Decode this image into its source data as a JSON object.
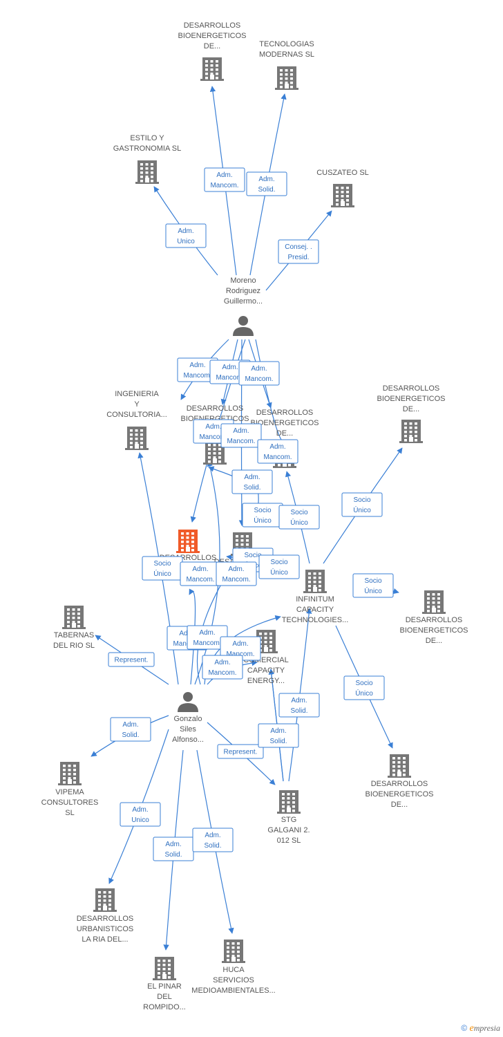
{
  "colors": {
    "edge": "#3a7fd5",
    "building": "#777777",
    "highlight": "#f05a28",
    "person": "#666666"
  },
  "nodes": [
    {
      "id": "db1",
      "type": "building",
      "label": [
        "DESARROLLOS",
        "BIOENERGETICOS",
        "DE..."
      ]
    },
    {
      "id": "tm",
      "type": "building",
      "label": [
        "TECNOLOGIAS",
        "MODERNAS  SL"
      ]
    },
    {
      "id": "eg",
      "type": "building",
      "label": [
        "ESTILO Y",
        "GASTRONOMIA SL"
      ]
    },
    {
      "id": "cz",
      "type": "building",
      "label": [
        "CUSZATEO  SL"
      ]
    },
    {
      "id": "mrg",
      "type": "person",
      "label": [
        "Moreno",
        "Rodriguez",
        "Guillermo..."
      ]
    },
    {
      "id": "ing",
      "type": "building",
      "label": [
        "INGENIERIA",
        "Y",
        "CONSULTORIA..."
      ]
    },
    {
      "id": "db2",
      "type": "building",
      "label": [
        "DESARROLLOS",
        "BIOENERGETICOS",
        "DE..."
      ]
    },
    {
      "id": "db3",
      "type": "building",
      "label": [
        "DESARROLLOS",
        "BIOENERGETICOS",
        "DE..."
      ]
    },
    {
      "id": "db4",
      "type": "building",
      "label": [
        "DESARROLLOS",
        "BIOENERGETICOS",
        "DE..."
      ]
    },
    {
      "id": "main",
      "type": "building-highlight",
      "label": [
        "DESARROLLOS",
        "BIOENERGETICOS",
        "DE..."
      ]
    },
    {
      "id": "db5",
      "type": "building",
      "label": [
        "DESARROLLOS",
        "BIOENERGETICOS",
        "DE..."
      ]
    },
    {
      "id": "inf",
      "type": "building",
      "label": [
        "INFINITUM",
        "CAPACITY",
        "TECHNOLOGIES..."
      ]
    },
    {
      "id": "db6",
      "type": "building",
      "label": [
        "DESARROLLOS",
        "BIOENERGETICOS",
        "DE..."
      ]
    },
    {
      "id": "tab",
      "type": "building",
      "label": [
        "TABERNAS",
        "DEL RIO  SL"
      ]
    },
    {
      "id": "cce",
      "type": "building",
      "label": [
        "COMERCIAL",
        "CAPACITY",
        "ENERGY..."
      ]
    },
    {
      "id": "gsa",
      "type": "person",
      "label": [
        "Gonzalo",
        "Siles",
        "Alfonso..."
      ]
    },
    {
      "id": "vip",
      "type": "building",
      "label": [
        "VIPEMA",
        "CONSULTORES",
        "SL"
      ]
    },
    {
      "id": "stg",
      "type": "building",
      "label": [
        "STG",
        "GALGANI 2.",
        "012  SL"
      ]
    },
    {
      "id": "db7",
      "type": "building",
      "label": [
        "DESARROLLOS",
        "BIOENERGETICOS",
        "DE..."
      ]
    },
    {
      "id": "dur",
      "type": "building",
      "label": [
        "DESARROLLOS",
        "URBANISTICOS",
        "LA RIA DEL..."
      ]
    },
    {
      "id": "hu",
      "type": "building",
      "label": [
        "HUCA",
        "SERVICIOS",
        "MEDIOAMBIENTALES..."
      ]
    },
    {
      "id": "ep",
      "type": "building",
      "label": [
        "EL PINAR",
        "DEL",
        "ROMPIDO..."
      ]
    }
  ],
  "edges": [
    {
      "label": [
        "Adm.",
        "Mancom."
      ]
    },
    {
      "label": [
        "Adm.",
        "Solid."
      ]
    },
    {
      "label": [
        "Adm.",
        "Unico"
      ]
    },
    {
      "label": [
        "Consej. .",
        "Presid."
      ]
    },
    {
      "label": [
        "Adm.",
        "Mancom."
      ]
    },
    {
      "label": [
        "Adm.",
        "Mancom."
      ]
    },
    {
      "label": [
        "Adm.",
        "Mancom."
      ]
    },
    {
      "label": [
        "Adm.",
        "Mancom."
      ]
    },
    {
      "label": [
        "Adm.",
        "Mancom."
      ]
    },
    {
      "label": [
        "Adm.",
        "Mancom."
      ]
    },
    {
      "label": [
        "Adm.",
        "Solid."
      ]
    },
    {
      "label": [
        "Socio",
        "Único"
      ]
    },
    {
      "label": [
        "Socio",
        "Único"
      ]
    },
    {
      "label": [
        "Socio",
        "Único"
      ]
    },
    {
      "label": [
        "Socio",
        "Único"
      ]
    },
    {
      "label": [
        "Socio",
        "Único"
      ]
    },
    {
      "label": [
        "Socio",
        "Único"
      ]
    },
    {
      "label": [
        "Socio",
        "Único"
      ]
    },
    {
      "label": [
        "Socio",
        "Único"
      ]
    },
    {
      "label": [
        "Adm.",
        "Mancom."
      ]
    },
    {
      "label": [
        "Adm.",
        "Mancom."
      ]
    },
    {
      "label": [
        "Adm.",
        "Mancom."
      ]
    },
    {
      "label": [
        "Adm.",
        "Mancom."
      ]
    },
    {
      "label": [
        "Adm.",
        "Mancom."
      ]
    },
    {
      "label": [
        "Adm.",
        "Mancom."
      ]
    },
    {
      "label": [
        "Represent."
      ]
    },
    {
      "label": [
        "Adm.",
        "Solid."
      ]
    },
    {
      "label": [
        "Represent."
      ]
    },
    {
      "label": [
        "Adm.",
        "Unico"
      ]
    },
    {
      "label": [
        "Adm.",
        "Solid."
      ]
    },
    {
      "label": [
        "Adm.",
        "Solid."
      ]
    },
    {
      "label": [
        "Adm.",
        "Solid."
      ]
    },
    {
      "label": [
        "Socio",
        "Único"
      ]
    },
    {
      "label": [
        "Adm.",
        "Solid."
      ]
    }
  ],
  "footer": {
    "copyright": "©",
    "brand_initial": "e",
    "brand_rest": "mpresia"
  }
}
